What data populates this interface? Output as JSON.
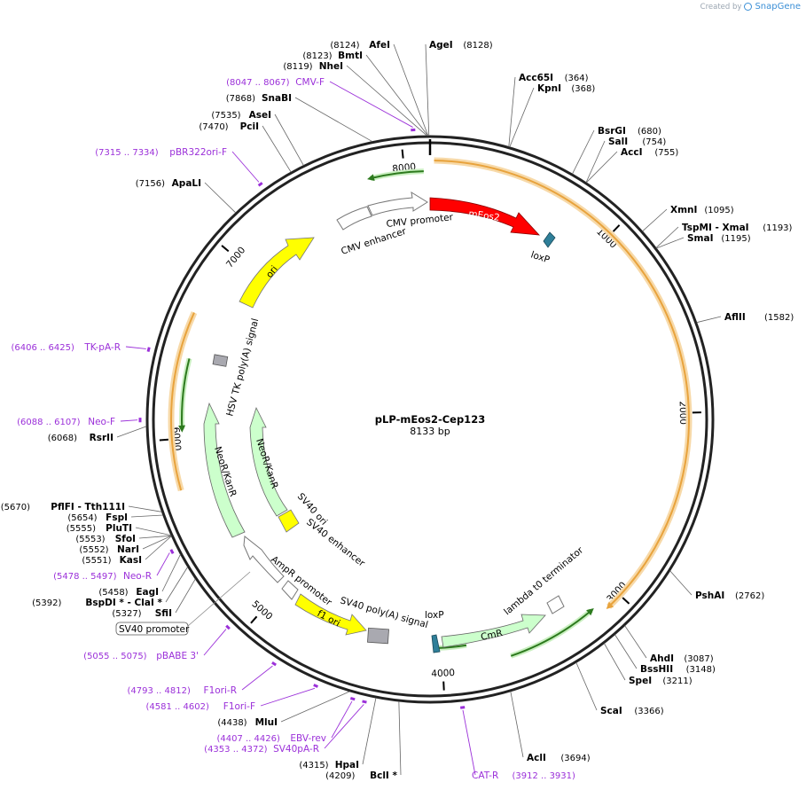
{
  "watermark": {
    "prefix": "Created by",
    "brand": "SnapGene"
  },
  "plasmid": {
    "name": "pLP-mEos2-Cep123",
    "size_label": "8133 bp",
    "length": 8133
  },
  "ticks": [
    {
      "pos": 1000,
      "label": "1000"
    },
    {
      "pos": 2000,
      "label": "2000"
    },
    {
      "pos": 3000,
      "label": "3000"
    },
    {
      "pos": 4000,
      "label": "4000"
    },
    {
      "pos": 5000,
      "label": "5000"
    },
    {
      "pos": 6000,
      "label": "6000"
    },
    {
      "pos": 7000,
      "label": "7000"
    },
    {
      "pos": 8000,
      "label": "8000"
    }
  ],
  "enzymes": [
    {
      "name": "AgeI",
      "num": "(8128)",
      "pos": 8128,
      "side": "right"
    },
    {
      "name": "AfeI",
      "num": "(8124)",
      "pos": 8124,
      "side": "left"
    },
    {
      "name": "BmtI",
      "num": "(8123)",
      "pos": 8123,
      "side": "left"
    },
    {
      "name": "NheI",
      "num": "(8119)",
      "pos": 8119,
      "side": "left"
    },
    {
      "name": "SnaBI",
      "num": "(7868)",
      "pos": 7868,
      "side": "left"
    },
    {
      "name": "AseI",
      "num": "(7535)",
      "pos": 7535,
      "side": "left"
    },
    {
      "name": "PciI",
      "num": "(7470)",
      "pos": 7470,
      "side": "left"
    },
    {
      "name": "ApaLI",
      "num": "(7156)",
      "pos": 7156,
      "side": "left"
    },
    {
      "name": "Acc65I",
      "num": "(364)",
      "pos": 364,
      "side": "right"
    },
    {
      "name": "KpnI",
      "num": "(368)",
      "pos": 368,
      "side": "right"
    },
    {
      "name": "BsrGI",
      "num": "(680)",
      "pos": 680,
      "side": "right"
    },
    {
      "name": "SalI",
      "num": "(754)",
      "pos": 754,
      "side": "right"
    },
    {
      "name": "AccI",
      "num": "(755)",
      "pos": 755,
      "side": "right"
    },
    {
      "name": "XmnI",
      "num": "(1095)",
      "pos": 1095,
      "side": "right"
    },
    {
      "name": "TspMI - XmaI",
      "num": "(1193)",
      "pos": 1193,
      "side": "right"
    },
    {
      "name": "SmaI",
      "num": "(1195)",
      "pos": 1195,
      "side": "right"
    },
    {
      "name": "AflII",
      "num": "(1582)",
      "pos": 1582,
      "side": "right"
    },
    {
      "name": "PshAI",
      "num": "(2762)",
      "pos": 2762,
      "side": "right"
    },
    {
      "name": "AhdI",
      "num": "(3087)",
      "pos": 3087,
      "side": "right"
    },
    {
      "name": "BssHII",
      "num": "(3148)",
      "pos": 3148,
      "side": "right"
    },
    {
      "name": "SpeI",
      "num": "(3211)",
      "pos": 3211,
      "side": "right"
    },
    {
      "name": "ScaI",
      "num": "(3366)",
      "pos": 3366,
      "side": "right"
    },
    {
      "name": "AclI",
      "num": "(3694)",
      "pos": 3694,
      "side": "right"
    },
    {
      "name": "BclI *",
      "num": "(4209)",
      "pos": 4209,
      "side": "left"
    },
    {
      "name": "HpaI",
      "num": "(4315)",
      "pos": 4315,
      "side": "left"
    },
    {
      "name": "MluI",
      "num": "(4438)",
      "pos": 4438,
      "side": "left"
    },
    {
      "name": "SfiI",
      "num": "(5327)",
      "pos": 5327,
      "side": "left"
    },
    {
      "name": "BspDI * - ClaI *",
      "num": "(5392)",
      "pos": 5392,
      "side": "left"
    },
    {
      "name": "EagI",
      "num": "(5458)",
      "pos": 5458,
      "side": "left"
    },
    {
      "name": "KasI",
      "num": "(5551)",
      "pos": 5551,
      "side": "left"
    },
    {
      "name": "NarI",
      "num": "(5552)",
      "pos": 5552,
      "side": "left"
    },
    {
      "name": "SfoI",
      "num": "(5553)",
      "pos": 5553,
      "side": "left"
    },
    {
      "name": "PluTI",
      "num": "(5555)",
      "pos": 5555,
      "side": "left"
    },
    {
      "name": "FspI",
      "num": "(5654)",
      "pos": 5654,
      "side": "left"
    },
    {
      "name": "PflFI - Tth111I",
      "num": "(5670)",
      "pos": 5670,
      "side": "left"
    },
    {
      "name": "RsrII",
      "num": "(6068)",
      "pos": 6068,
      "side": "left"
    }
  ],
  "primers": [
    {
      "name": "CMV-F",
      "num": "(8047 .. 8067)",
      "pos": 8057
    },
    {
      "name": "pBR322ori-F",
      "num": "(7315 .. 7334)",
      "pos": 7324
    },
    {
      "name": "TK-pA-R",
      "num": "(6406 .. 6425)",
      "pos": 6415
    },
    {
      "name": "Neo-F",
      "num": "(6088 .. 6107)",
      "pos": 6097
    },
    {
      "name": "Neo-R",
      "num": "(5478 .. 5497)",
      "pos": 5487
    },
    {
      "name": "pBABE 3'",
      "num": "(5055 .. 5075)",
      "pos": 5065
    },
    {
      "name": "F1ori-R",
      "num": "(4793 .. 4812)",
      "pos": 4802
    },
    {
      "name": "F1ori-F",
      "num": "(4581 .. 4602)",
      "pos": 4591
    },
    {
      "name": "EBV-rev",
      "num": "(4407 .. 4426)",
      "pos": 4416
    },
    {
      "name": "SV40pA-R",
      "num": "(4353 .. 4372)",
      "pos": 4362
    },
    {
      "name": "CAT-R",
      "num": "(3912 .. 3931)",
      "pos": 3921
    }
  ],
  "features": [
    {
      "name": "mEos2",
      "color": "#ff0000"
    },
    {
      "name": "loxP",
      "color": "#2f7f99"
    },
    {
      "name": "CMV promoter",
      "color": "#ffffff"
    },
    {
      "name": "CMV enhancer",
      "color": "#ffffff"
    },
    {
      "name": "ori",
      "color": "#ffff00"
    },
    {
      "name": "HSV TK poly(A) signal",
      "color": "#a9a9b0"
    },
    {
      "name": "NeoR/KanR",
      "color": "#ccffcc"
    },
    {
      "name": "NeoR/KanR",
      "color": "#ccffcc"
    },
    {
      "name": "SV40 ori",
      "color": "#ffff00"
    },
    {
      "name": "SV40 enhancer",
      "color": "#ffffff"
    },
    {
      "name": "AmpR promoter",
      "color": "#ffffff"
    },
    {
      "name": "f1 ori",
      "color": "#ffff00"
    },
    {
      "name": "SV40 poly(A) signal",
      "color": "#a9a9b0"
    },
    {
      "name": "loxP",
      "color": "#2f7f99"
    },
    {
      "name": "CmR",
      "color": "#ccffcc"
    },
    {
      "name": "lambda t0 terminator",
      "color": "#ffffff"
    },
    {
      "name": "SV40 promoter",
      "color": "#ffffff"
    }
  ],
  "colors": {
    "primer": "#9b30d9",
    "orf_arc": "#e8a33d",
    "orf_arc_glow": "#f7d9a8",
    "green_arc": "#2d7a1e",
    "green_arc_glow": "#c9efc0"
  }
}
